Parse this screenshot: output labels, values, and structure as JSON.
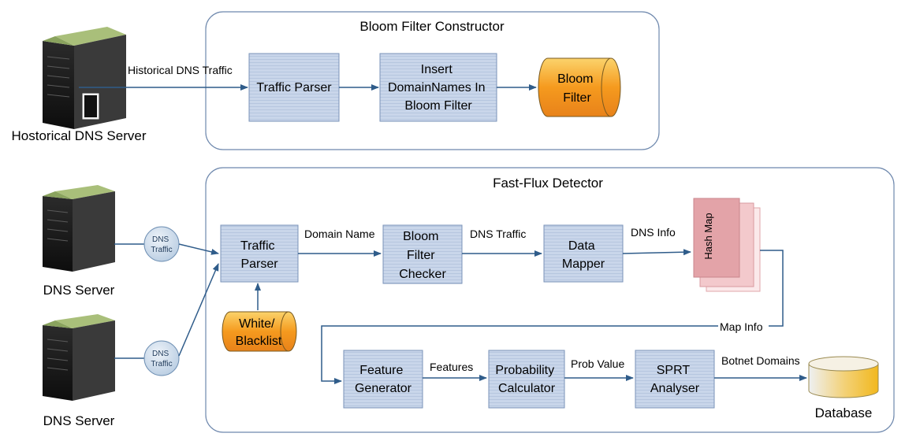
{
  "bloom_constructor": {
    "title": "Bloom Filter Constructor",
    "input_label": "Historical DNS Traffic",
    "traffic_parser": "Traffic Parser",
    "insert_lines": [
      "Insert",
      "DomainNames In",
      "Bloom Filter"
    ],
    "bloom_filter_lines": [
      "Bloom",
      "Filter"
    ]
  },
  "historical_server": {
    "label": "Hostorical DNS Server"
  },
  "dns_servers": [
    {
      "label": "DNS Server",
      "bubble_lines": [
        "DNS",
        "Traffic"
      ]
    },
    {
      "label": "DNS Server",
      "bubble_lines": [
        "DNS",
        "Traffic"
      ]
    }
  ],
  "detector": {
    "title": "Fast-Flux Detector",
    "traffic_parser_lines": [
      "Traffic",
      "Parser"
    ],
    "whitelist_lines": [
      "White/",
      "Blacklist"
    ],
    "edge_domain_name": "Domain Name",
    "bloom_checker_lines": [
      "Bloom",
      "Filter",
      "Checker"
    ],
    "edge_dns_traffic": "DNS Traffic",
    "data_mapper_lines": [
      "Data",
      "Mapper"
    ],
    "edge_dns_info": "DNS Info",
    "hash_map": "Hash Map",
    "edge_map_info": "Map Info",
    "feature_generator_lines": [
      "Feature",
      "Generator"
    ],
    "edge_features": "Features",
    "probability_lines": [
      "Probability",
      "Calculator"
    ],
    "edge_prob_value": "Prob Value",
    "sprt_lines": [
      "SPRT",
      "Analyser"
    ],
    "edge_botnet": "Botnet Domains",
    "database": "Database"
  },
  "colors": {
    "box_fill": "#c5d3e8",
    "box_stroke": "#7a93b8",
    "arrow": "#2f5c8a",
    "orange": "#f39a1e",
    "hash_map": "#e3a3a8",
    "database": "#f2c94c"
  }
}
